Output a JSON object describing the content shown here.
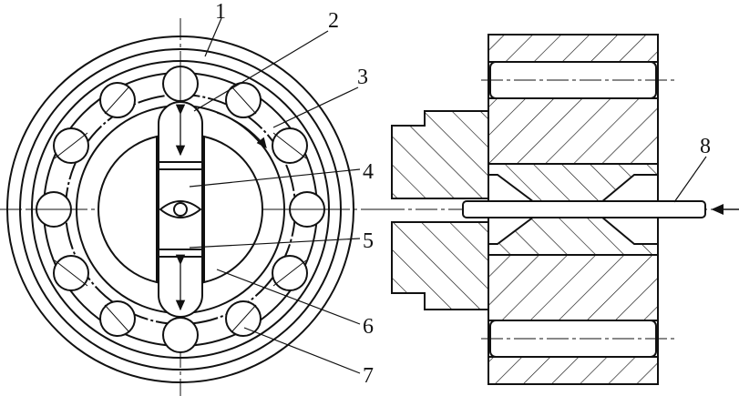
{
  "diagram": {
    "stroke_color": "#111111",
    "background": "#ffffff",
    "callouts": [
      "1",
      "2",
      "3",
      "4",
      "5",
      "6",
      "7",
      "8"
    ]
  }
}
